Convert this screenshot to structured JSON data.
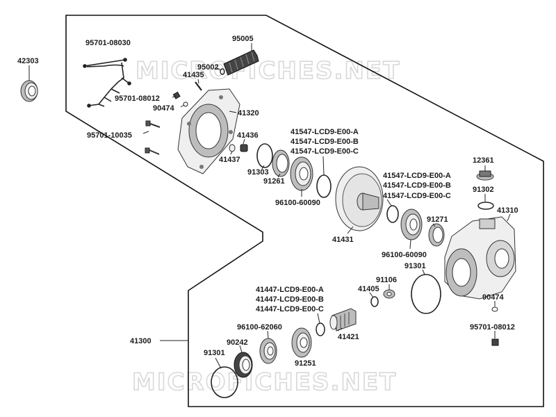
{
  "watermark": "MICROFICHES.NET",
  "labels": {
    "p42303": "42303",
    "p95701_08030": "95701-08030",
    "p95005": "95005",
    "p95002": "95002",
    "p41435": "41435",
    "p95701_08012_top": "95701-08012",
    "p90474_top": "90474",
    "p41320": "41320",
    "p95701_10035": "95701-10035",
    "p41436": "41436",
    "p41437": "41437",
    "p91303": "91303",
    "p91261": "91261",
    "p41547_a_top": "41547-LCD9-E00-A",
    "p41547_b_top": "41547-LCD9-E00-B",
    "p41547_c_top": "41547-LCD9-E00-C",
    "p96100_60090_top": "96100-60090",
    "p12361": "12361",
    "p91302": "91302",
    "p41547_a_mid": "41547-LCD9-E00-A",
    "p41547_b_mid": "41547-LCD9-E00-B",
    "p41547_c_mid": "41547-LCD9-E00-C",
    "p41310": "41310",
    "p91271": "91271",
    "p41431": "41431",
    "p96100_60090_mid": "96100-60090",
    "p91301_right": "91301",
    "p91106": "91106",
    "p41405": "41405",
    "p41447_a": "41447-LCD9-E00-A",
    "p41447_b": "41447-LCD9-E00-B",
    "p41447_c": "41447-LCD9-E00-C",
    "p90474_bottom": "90474",
    "p95701_08012_bottom": "95701-08012",
    "p96100_62060": "96100-62060",
    "p41421": "41421",
    "p41300": "41300",
    "p90242": "90242",
    "p91301_left": "91301",
    "p91251": "91251"
  }
}
